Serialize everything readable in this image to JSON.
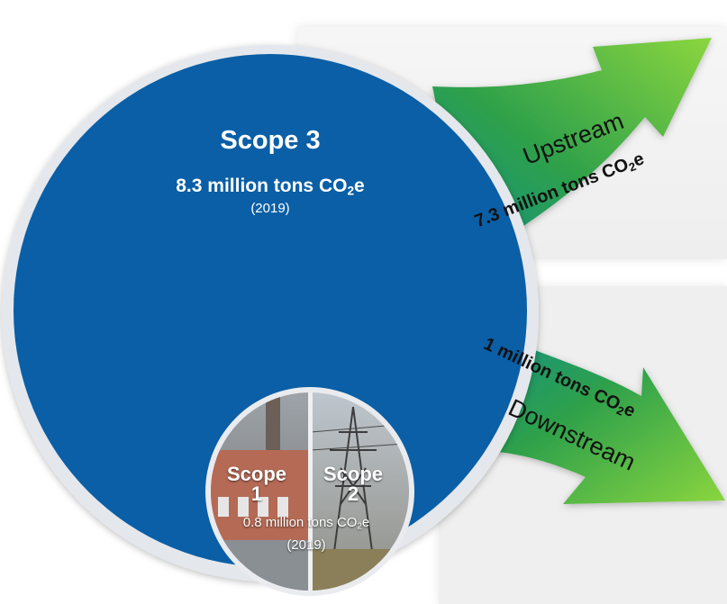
{
  "colors": {
    "circle_blue": "#0a5fa6",
    "ring": "#e4e7ec",
    "arrow_light": "#8bd63f",
    "arrow_mid": "#2fa14a",
    "arrow_teal": "#108f8a"
  },
  "scope3": {
    "title": "Scope 3",
    "amount": "8.3 million tons CO",
    "amount_sub": "2",
    "amount_suffix": "e",
    "year": "(2019)"
  },
  "scope1": {
    "line1": "Scope",
    "line2": "1"
  },
  "scope2": {
    "line1": "Scope",
    "line2": "2"
  },
  "scope12": {
    "amount": "0.8 million tons CO",
    "amount_sub": "2",
    "amount_suffix": "e",
    "year": "(2019)"
  },
  "upstream": {
    "label": "Upstream",
    "value": "7.3 million tons CO",
    "value_sub": "2",
    "value_suffix": "e"
  },
  "downstream": {
    "label": "Downstream",
    "value": "1 million tons CO",
    "value_sub": "2",
    "value_suffix": "e"
  }
}
